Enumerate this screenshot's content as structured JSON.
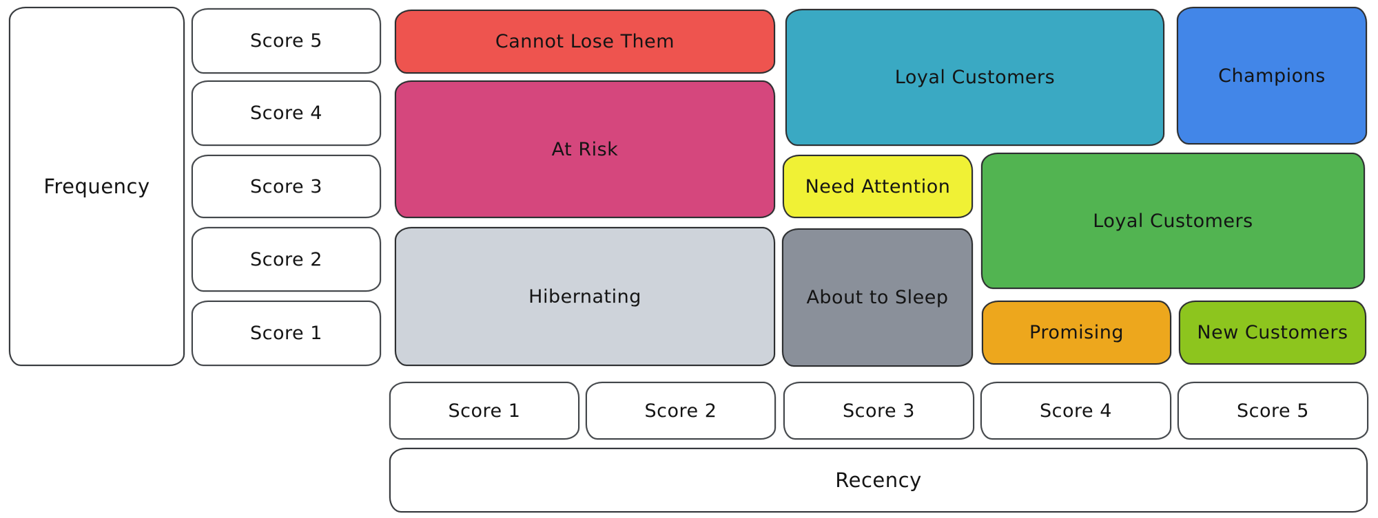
{
  "diagram": {
    "type": "rfm-customer-segmentation-grid",
    "frequency_axis": {
      "label": "Frequency",
      "scores": [
        "Score 5",
        "Score 4",
        "Score 3",
        "Score 2",
        "Score 1"
      ]
    },
    "recency_axis": {
      "label": "Recency",
      "scores": [
        "Score 1",
        "Score 2",
        "Score 3",
        "Score 4",
        "Score 5"
      ]
    },
    "segments": {
      "cannot_lose_them": {
        "label": "Cannot Lose Them",
        "color": "#ee544f",
        "recency_scores": "1-2",
        "frequency_scores": "5"
      },
      "at_risk": {
        "label": "At Risk",
        "color": "#d5477d",
        "recency_scores": "1-2",
        "frequency_scores": "3-4"
      },
      "hibernating": {
        "label": "Hibernating",
        "color": "#ced3da",
        "recency_scores": "1-2",
        "frequency_scores": "1-2"
      },
      "loyal_customers_teal": {
        "label": "Loyal Customers",
        "color": "#3aa9c3",
        "recency_scores": "3-4",
        "frequency_scores": "4-5"
      },
      "champions": {
        "label": "Champions",
        "color": "#4286e8",
        "recency_scores": "5",
        "frequency_scores": "4-5"
      },
      "need_attention": {
        "label": "Need Attention",
        "color": "#f0f135",
        "recency_scores": "3",
        "frequency_scores": "3"
      },
      "loyal_customers_green": {
        "label": "Loyal Customers",
        "color": "#52b451",
        "recency_scores": "4-5",
        "frequency_scores": "2-3"
      },
      "about_to_sleep": {
        "label": "About to Sleep",
        "color": "#8a909a",
        "recency_scores": "3",
        "frequency_scores": "1-2"
      },
      "promising": {
        "label": "Promising",
        "color": "#eda71d",
        "recency_scores": "4",
        "frequency_scores": "1"
      },
      "new_customers": {
        "label": "New Customers",
        "color": "#8dc51e",
        "recency_scores": "5",
        "frequency_scores": "1"
      }
    }
  }
}
